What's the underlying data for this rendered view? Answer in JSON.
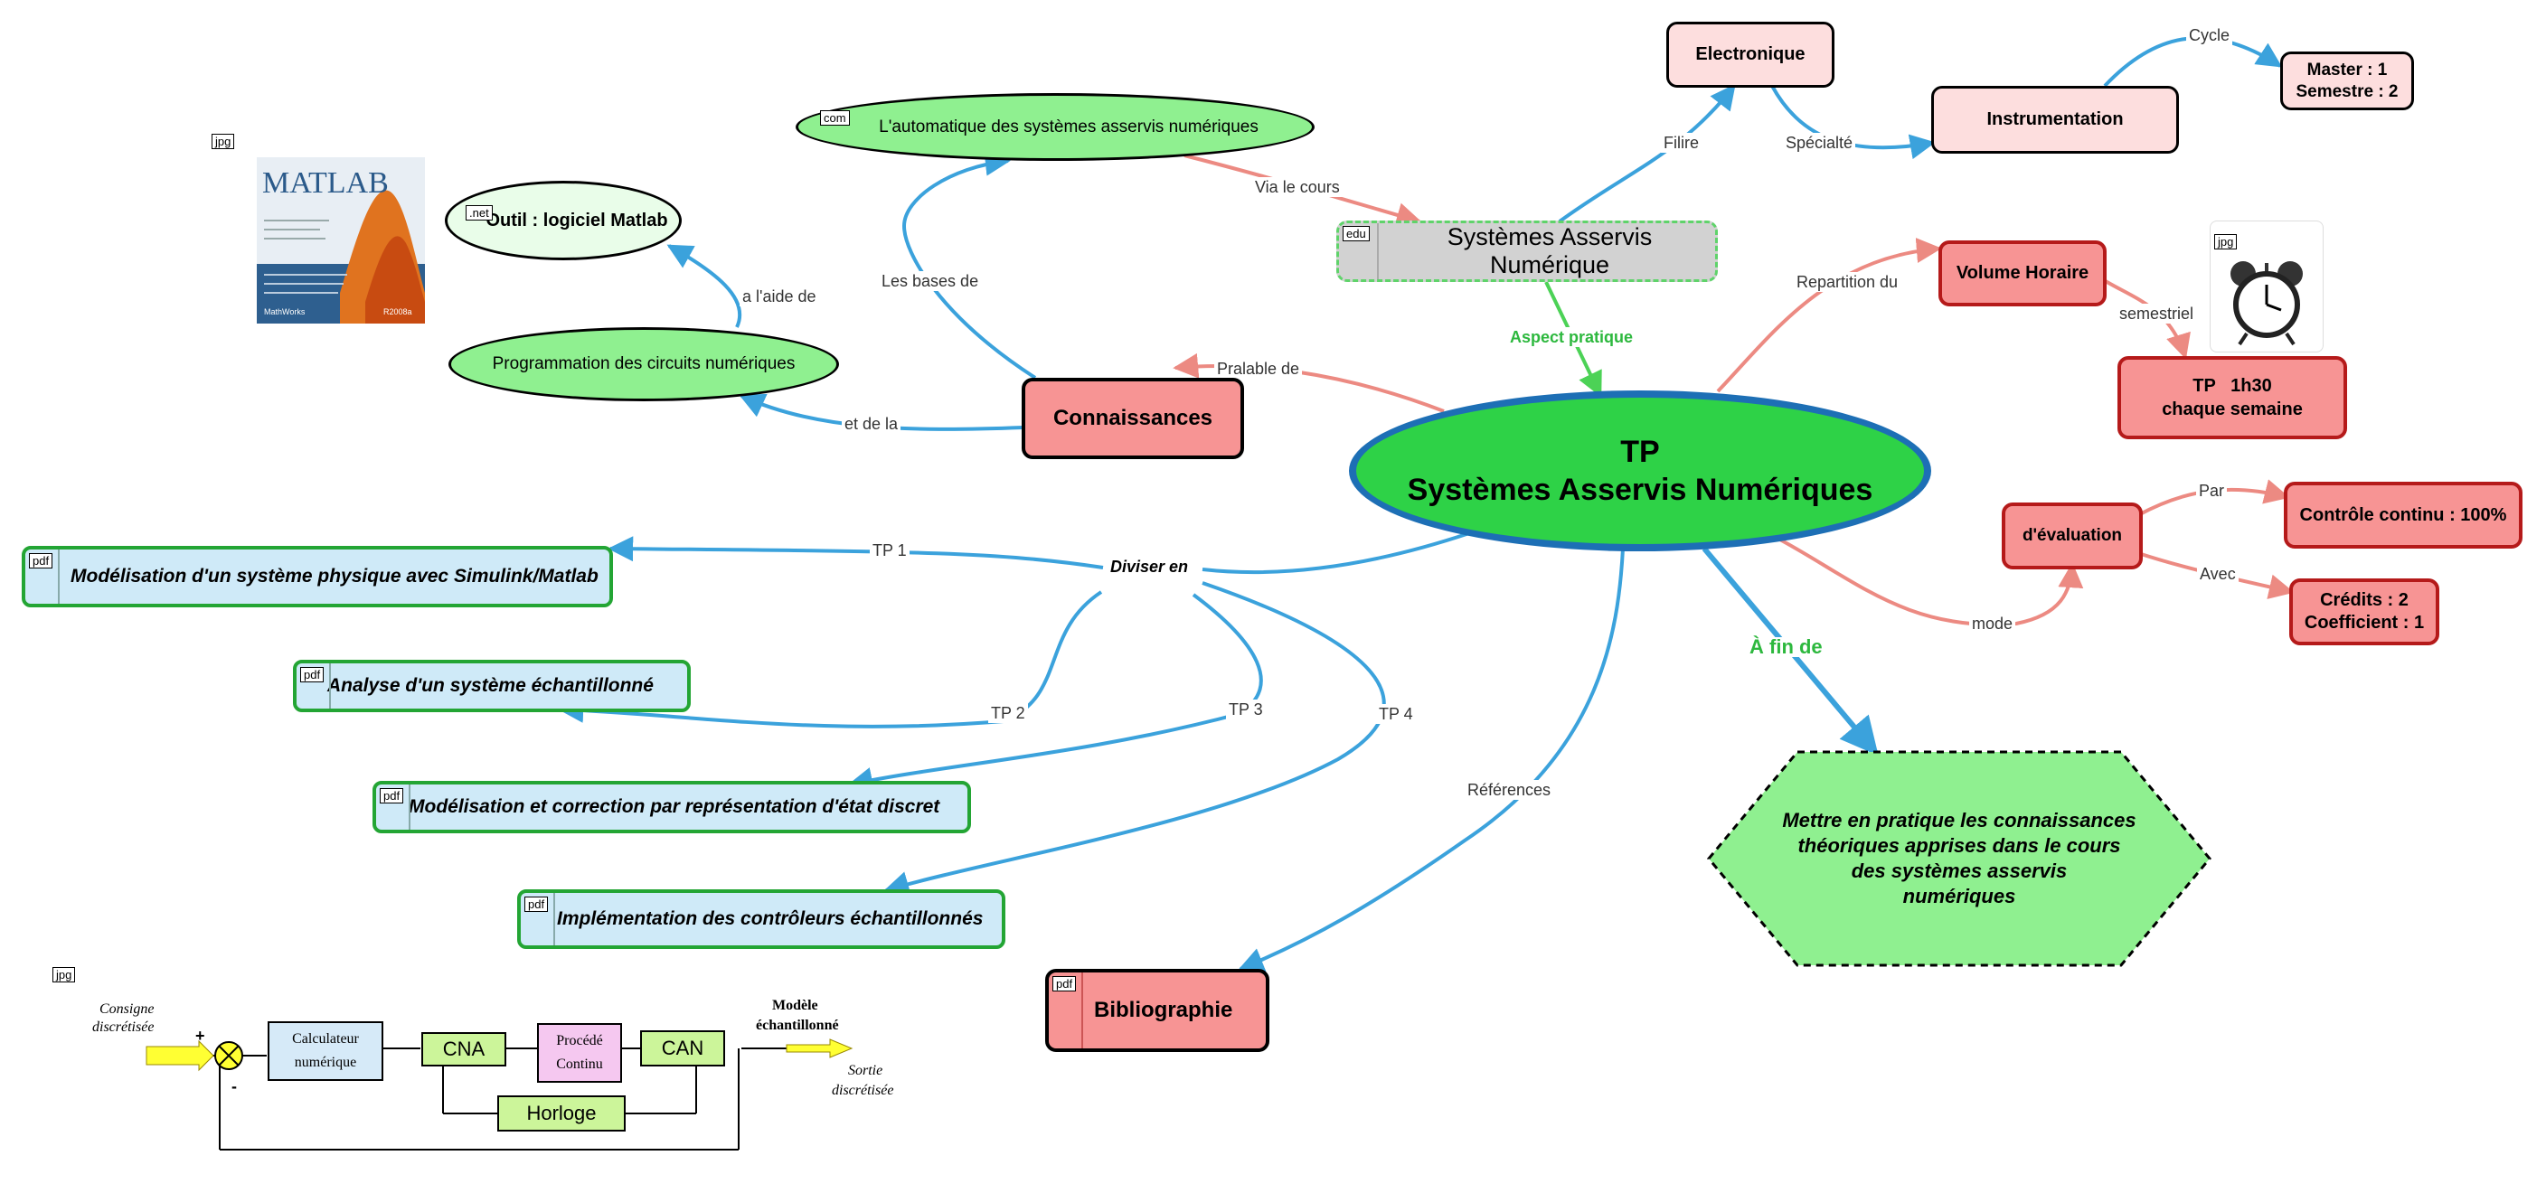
{
  "colors": {
    "link_blue": "#3ba2dc",
    "link_red": "#ec8a82",
    "link_green": "#4cd256",
    "center_fill": "#2ed247",
    "center_border": "#1d6fb5"
  },
  "center": {
    "line1": "TP",
    "line2": "Systèmes Asservis Numériques"
  },
  "edu_node": {
    "tag": "edu",
    "label": "Systèmes Asservis Numérique"
  },
  "electronique": "Electronique",
  "instrumentation": "Instrumentation",
  "master": {
    "line1": "Master : 1",
    "line2": "Semestre : 2"
  },
  "automatique": {
    "tag": "com",
    "label": "L'automatique des systèmes asservis numériques"
  },
  "outil": {
    "tag": ".net",
    "label": "Outil : logiciel Matlab"
  },
  "programmation": "Programmation des circuits numériques",
  "connaissances": "Connaissances",
  "volume_horaire": "Volume Horaire",
  "tp_time": {
    "line1": "TP   1h30",
    "line2": "chaque semaine"
  },
  "evaluation": "d'évaluation",
  "controle": "Contrôle continu : 100%",
  "credits": {
    "line1": "Crédits : 2",
    "line2": "Coefficient : 1"
  },
  "hexagon": {
    "line1": "Mettre en pratique les connaissances",
    "line2": "théoriques apprises dans le cours",
    "line3": "des systèmes asservis",
    "line4": "numériques"
  },
  "bibliographie": {
    "tag": "pdf",
    "label": "Bibliographie"
  },
  "tp_docs": [
    {
      "tag": "pdf",
      "label": "Modélisation d'un système physique avec Simulink/Matlab"
    },
    {
      "tag": "pdf",
      "label": "Analyse d'un système échantillonné"
    },
    {
      "tag": "pdf",
      "label": "Modélisation et correction par représentation d'état discret"
    },
    {
      "tag": "pdf",
      "label": "Implémentation des contrôleurs échantillonnés"
    }
  ],
  "link_labels": {
    "filire": "Filire",
    "specialte": "Spécialté",
    "cycle": "Cycle",
    "via_le_cours": "Via le cours",
    "aspect_pratique": "Aspect pratique",
    "les_bases_de": "Les bases de",
    "a_laide_de": "a l'aide de",
    "et_de_la": "et de la",
    "pralable_de": "Pralable de",
    "repartition_du": "Repartition du",
    "semestriel": "semestriel",
    "par": "Par",
    "avec": "Avec",
    "mode": "mode",
    "a_fin_de": "À fin de",
    "references": "Références",
    "diviser_en": "Diviser en",
    "tp1": "TP 1",
    "tp2": "TP 2",
    "tp3": "TP 3",
    "tp4": "TP 4"
  },
  "image_tags": {
    "matlab": "jpg",
    "clock": "jpg",
    "block": "jpg"
  },
  "matlab_image": {
    "logo": "MATLAB",
    "brand": "MathWorks",
    "version": "R2008a"
  },
  "block_diagram": {
    "consigne": "Consigne",
    "discretisee": "discrétisée",
    "plus": "+",
    "minus": "-",
    "calculateur_1": "Calculateur",
    "calculateur_2": "numérique",
    "cna": "CNA",
    "procede_1": "Procédé",
    "procede_2": "Continu",
    "can": "CAN",
    "horloge": "Horloge",
    "modele_1": "Modèle",
    "modele_2": "échantillonné",
    "sortie_1": "Sortie",
    "sortie_2": "discrétisée"
  }
}
